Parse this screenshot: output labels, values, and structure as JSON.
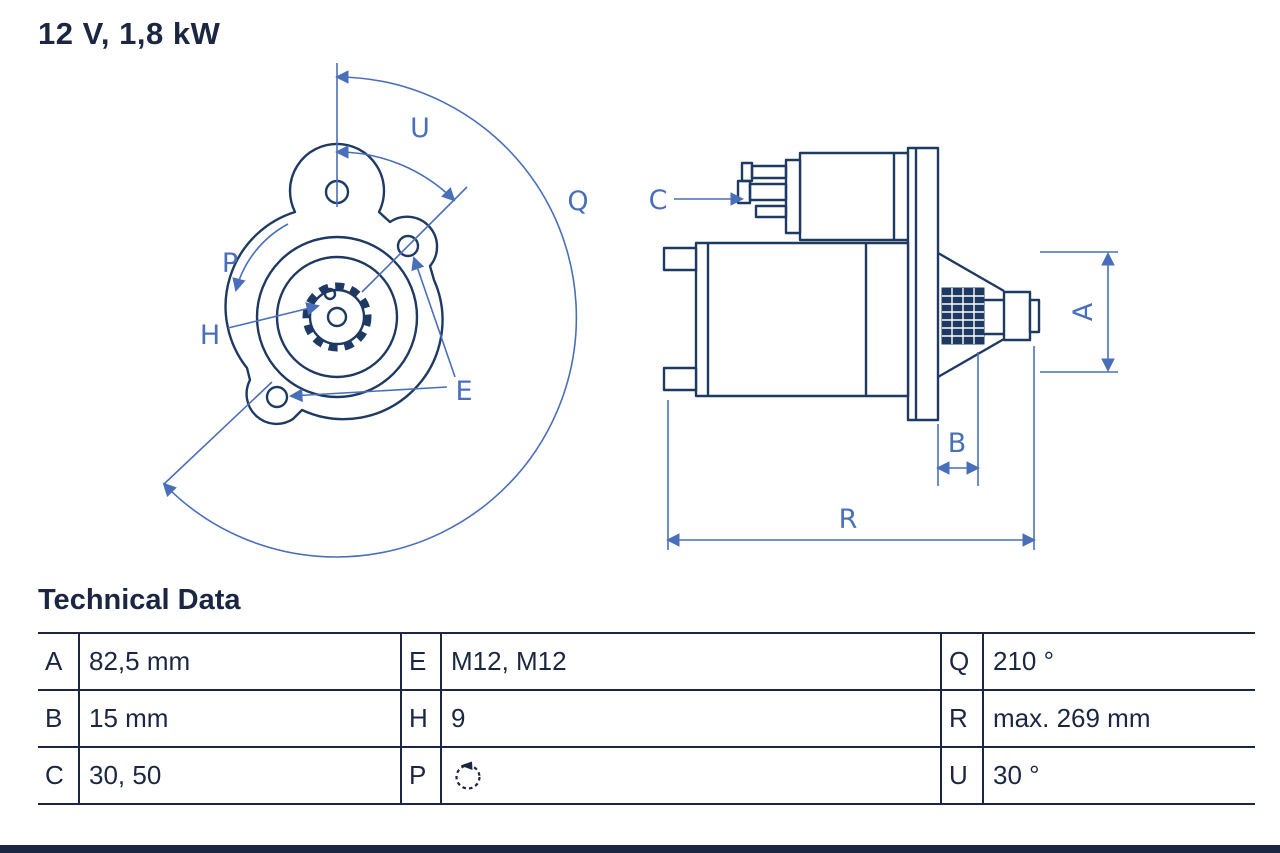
{
  "header": {
    "power_rating": "12 V, 1,8 kW"
  },
  "drawing": {
    "labels": {
      "U": "U",
      "Q": "Q",
      "P": "P",
      "H": "H",
      "E": "E",
      "C": "C",
      "A": "A",
      "B": "B",
      "R": "R"
    },
    "colors": {
      "outline": "#1e3a63",
      "dimension": "#4a6fba",
      "text": "#1b2742"
    },
    "icons": {
      "rotation": "rotation-ccw-icon"
    }
  },
  "table": {
    "heading": "Technical Data",
    "rows": [
      [
        {
          "key": "A",
          "value": "82,5 mm"
        },
        {
          "key": "E",
          "value": "M12, M12"
        },
        {
          "key": "Q",
          "value": "210 °"
        }
      ],
      [
        {
          "key": "B",
          "value": "15 mm"
        },
        {
          "key": "H",
          "value": "9"
        },
        {
          "key": "R",
          "value": "max. 269 mm"
        }
      ],
      [
        {
          "key": "C",
          "value": "30, 50"
        },
        {
          "key": "P",
          "value": ""
        },
        {
          "key": "U",
          "value": "30 °"
        }
      ]
    ]
  }
}
